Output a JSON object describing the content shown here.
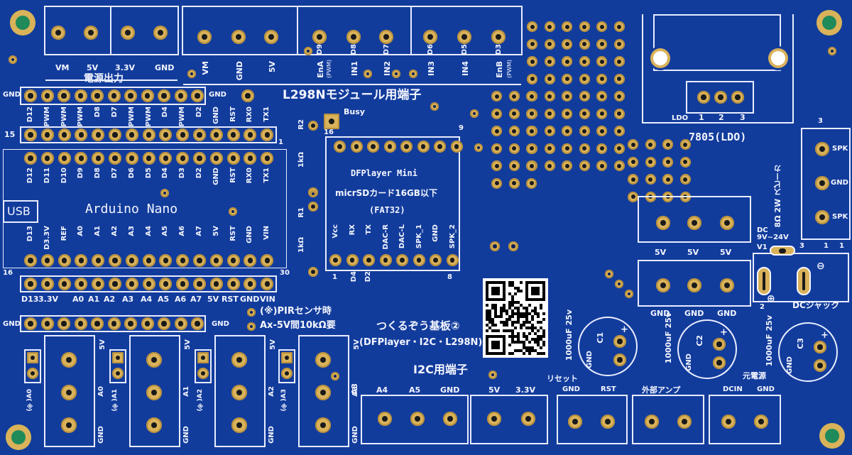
{
  "power_out": {
    "title": "電源出力",
    "pins": [
      "VM",
      "5V",
      "3.3V",
      "GND"
    ]
  },
  "motor_terminal": {
    "title": "L298Nモジュール用端子",
    "upper": [
      "D9",
      "D8",
      "D7",
      "D6",
      "D5",
      "D3"
    ],
    "lower": [
      "VM",
      "GND",
      "5V",
      "EnA",
      "IN1",
      "IN2",
      "IN3",
      "IN4",
      "EnB"
    ],
    "pwm": "(PWM)"
  },
  "nano_top_header": {
    "gnd": "GND",
    "gnd_right": "GND",
    "num_left": "15",
    "num_right": "1",
    "labels": [
      "D12",
      "PWM",
      "PWM",
      "PWM",
      "D8",
      "D7",
      "PWM",
      "PWM",
      "D4",
      "PWM",
      "D2",
      "GND",
      "RST",
      "RX0",
      "TX1"
    ]
  },
  "nano_top_inner": [
    "D12",
    "D11",
    "D10",
    "D9",
    "D8",
    "D7",
    "D6",
    "D5",
    "D4",
    "D3",
    "D2",
    "GND",
    "RST",
    "RX0",
    "TX1"
  ],
  "nano": {
    "title": "Arduino Nano",
    "usb": "USB"
  },
  "nano_bot_inner": [
    "D13",
    "D3.3V",
    "REF",
    "A0",
    "A1",
    "A2",
    "A3",
    "A4",
    "A5",
    "A6",
    "A7",
    "5V",
    "RST",
    "GND",
    "VIN"
  ],
  "nano_bot_header": {
    "num_left": "16",
    "num_right": "30",
    "labels": [
      "D13",
      "3.3V",
      "A0",
      "A1",
      "A2",
      "A3",
      "A4",
      "A5",
      "A6",
      "A7",
      "5V",
      "RST",
      "GND",
      "VIN"
    ]
  },
  "dfplayer": {
    "title": "DFPlayer Mini",
    "sd": "micrSDカード16GB以下",
    "fat": "(FAT32)",
    "busy": "Busy",
    "num16": "16",
    "num9": "9",
    "num1": "1",
    "num8": "8",
    "pins": [
      "Vcc",
      "RX",
      "TX",
      "DAC-R",
      "DAC-L",
      "SPK_1",
      "GND",
      "SPK_2"
    ],
    "r2": "R2",
    "r1": "R1",
    "r_value": "1kΩ",
    "d4": "D4",
    "d2": "D2"
  },
  "pir_note": {
    "line1": "(※)PIRセンサ時",
    "line2": "Ax-5V間10kΩ要"
  },
  "board_name": {
    "title": "つくるぞう基板②",
    "sub": "(DFPlayer・I2C・L298N)"
  },
  "i2c": {
    "title": "I2C用端子",
    "pins": [
      "A4",
      "A5",
      "GND"
    ],
    "pins2": [
      "5V",
      "3.3V"
    ],
    "a3": "A3"
  },
  "regulator": {
    "title": "7805(LDO)",
    "ldo": "LDO",
    "pins": [
      "1",
      "2",
      "3"
    ]
  },
  "speaker": {
    "title": "8Ω 2W スピーカ",
    "pins": [
      "SPK",
      "GND",
      "SPK"
    ],
    "num3": "3",
    "num1": "1"
  },
  "rail5v": {
    "labels": [
      "5V",
      "5V",
      "5V"
    ]
  },
  "railgnd": {
    "labels": [
      "GND",
      "GND",
      "GND"
    ]
  },
  "dcjack": {
    "title": "DCジャック",
    "volt": "DC 9V~24V",
    "v1": "V1",
    "num3": "3",
    "num1": "1",
    "num2": "2",
    "plus": "⊕",
    "minus": "⊖"
  },
  "caps": [
    {
      "name": "C1",
      "spec": "1000uF 25v"
    },
    {
      "name": "C2",
      "spec": "1000uF 25v"
    },
    {
      "name": "C3",
      "spec": "1000uF 25v"
    }
  ],
  "cap_pins": {
    "gnd": "GND",
    "plus": "+"
  },
  "reset": {
    "title": "リセット",
    "pins": [
      "GND",
      "RST"
    ]
  },
  "amp": {
    "title": "外部アンプ"
  },
  "main_power": {
    "title": "元電源",
    "pins": [
      "DCIN",
      "GND"
    ]
  },
  "analog_blocks": [
    {
      "a": "A0",
      "note": "(※)A0",
      "five": "5V",
      "gnd": "GND"
    },
    {
      "a": "A1",
      "note": "(※)A1",
      "five": "5V",
      "gnd": "GND"
    },
    {
      "a": "A2",
      "note": "(※)A2",
      "five": "5V",
      "gnd": "GND"
    },
    {
      "a": "A3",
      "note": "(※)A3",
      "five": "5V",
      "gnd": "GND"
    }
  ],
  "analog_header": {
    "gnd": "GND",
    "gnd_right": "GND"
  },
  "colors": {
    "board": "#123c9c",
    "copper": "#d9b25a",
    "silk": "#f4f6ff"
  }
}
